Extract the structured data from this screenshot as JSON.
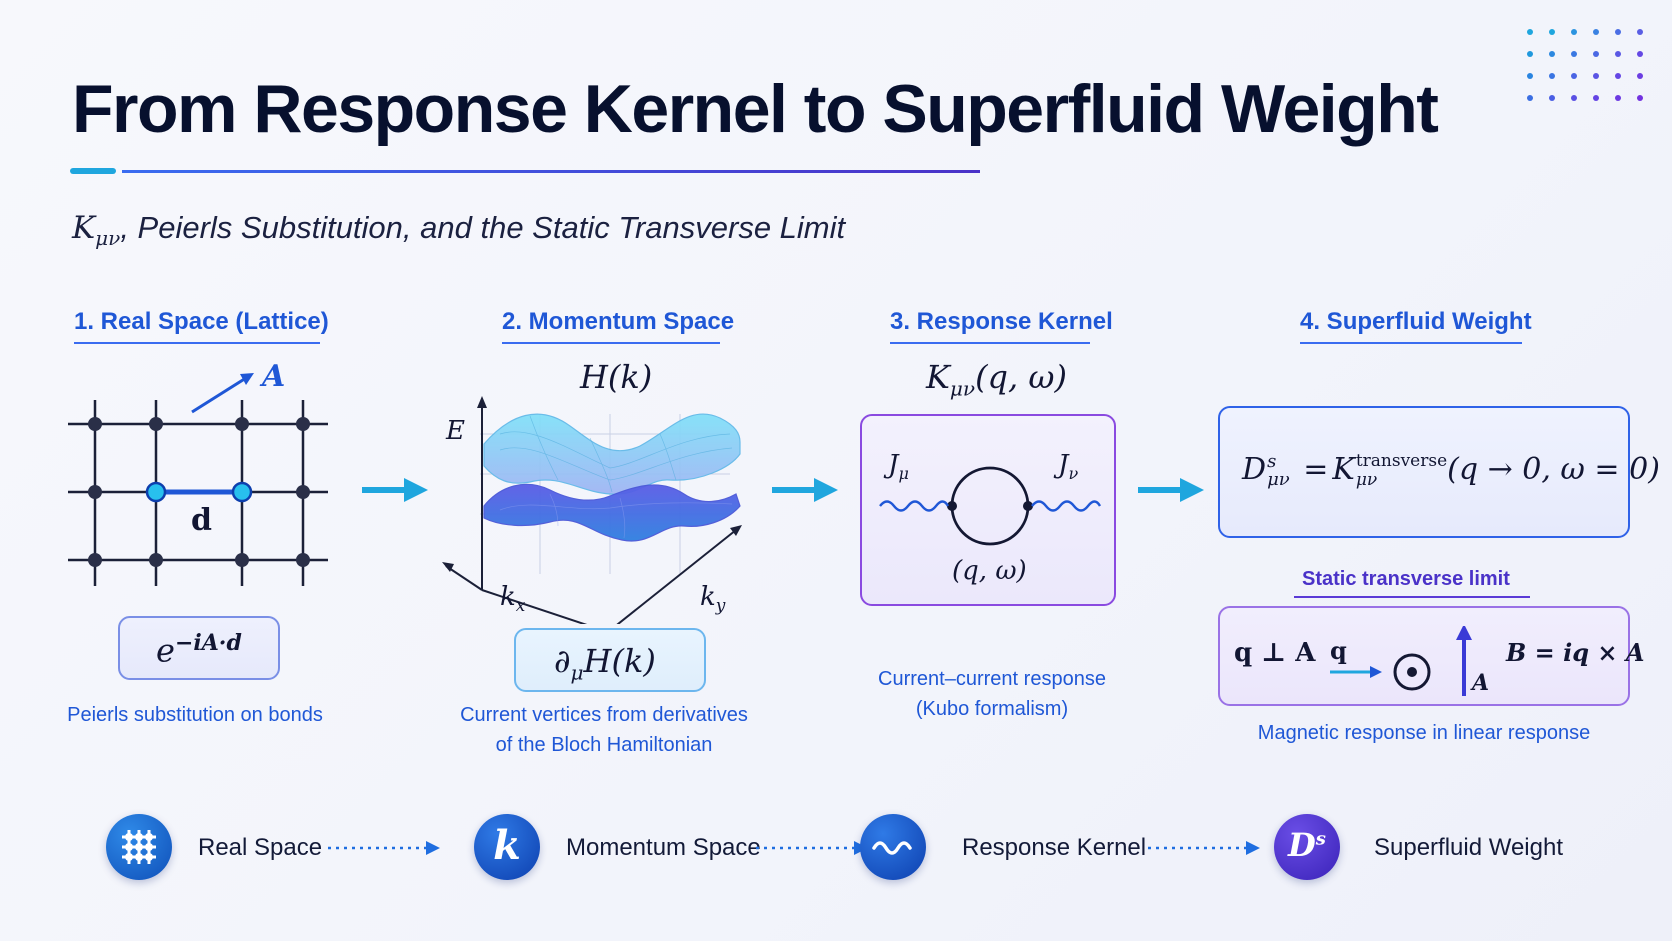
{
  "header": {
    "title": "From Response Kernel to Superfluid Weight",
    "subtitle_symbol": "K",
    "subtitle_symbol_sub": "μν",
    "subtitle_rest": ", Peierls Substitution, and the Static Transverse Limit"
  },
  "sections": [
    {
      "heading": "1. Real Space (Lattice)",
      "vector_label": "A",
      "bond_label": "d",
      "formula_base": "e",
      "formula_exp": "−iA·d",
      "caption": "Peierls substitution on bonds"
    },
    {
      "heading": "2. Momentum Space",
      "plot_title": "H(k)",
      "axis_e": "E",
      "axis_kx": "k",
      "axis_kx_sub": "x",
      "axis_ky": "k",
      "axis_ky_sub": "y",
      "formula": "∂",
      "formula_sub": "μ",
      "formula_rest": "H(k)",
      "caption_line1": "Current vertices from derivatives",
      "caption_line2": "of the Bloch Hamiltonian"
    },
    {
      "heading": "3. Response Kernel",
      "kernel_symbol": "K",
      "kernel_sub": "μν",
      "kernel_args": "(q, ω)",
      "left_vertex": "J",
      "left_vertex_sub": "μ",
      "right_vertex": "J",
      "right_vertex_sub": "ν",
      "loop_args": "(q, ω)",
      "caption_line1": "Current–current response",
      "caption_line2": "(Kubo formalism)"
    },
    {
      "heading": "4. Superfluid Weight",
      "formula_lhs": "D",
      "formula_lhs_sup": "s",
      "formula_lhs_sub": "μν",
      "formula_eq": "=",
      "formula_k": "K",
      "formula_k_sup": "transverse",
      "formula_k_sub": "μν",
      "formula_args": "(q → 0, ω = 0)",
      "limit_heading": "Static transverse limit",
      "perp_label": "q ⊥ A",
      "q_label": "q",
      "a_label": "A",
      "b_label": "B = iq × A",
      "caption": "Magnetic response in linear response"
    }
  ],
  "flow": [
    {
      "icon": "grid-icon",
      "label": "Real Space"
    },
    {
      "icon": "k-icon",
      "glyph": "k",
      "label": "Momentum Space"
    },
    {
      "icon": "wave-icon",
      "label": "Response Kernel"
    },
    {
      "icon": "ds-icon",
      "glyph": "D",
      "glyph_sup": "s",
      "label": "Superfluid Weight"
    }
  ],
  "colors": {
    "accent_blue": "#1f57d6",
    "arrow_cyan": "#1fa6de",
    "purple": "#4a32c8",
    "navy": "#07102e"
  }
}
